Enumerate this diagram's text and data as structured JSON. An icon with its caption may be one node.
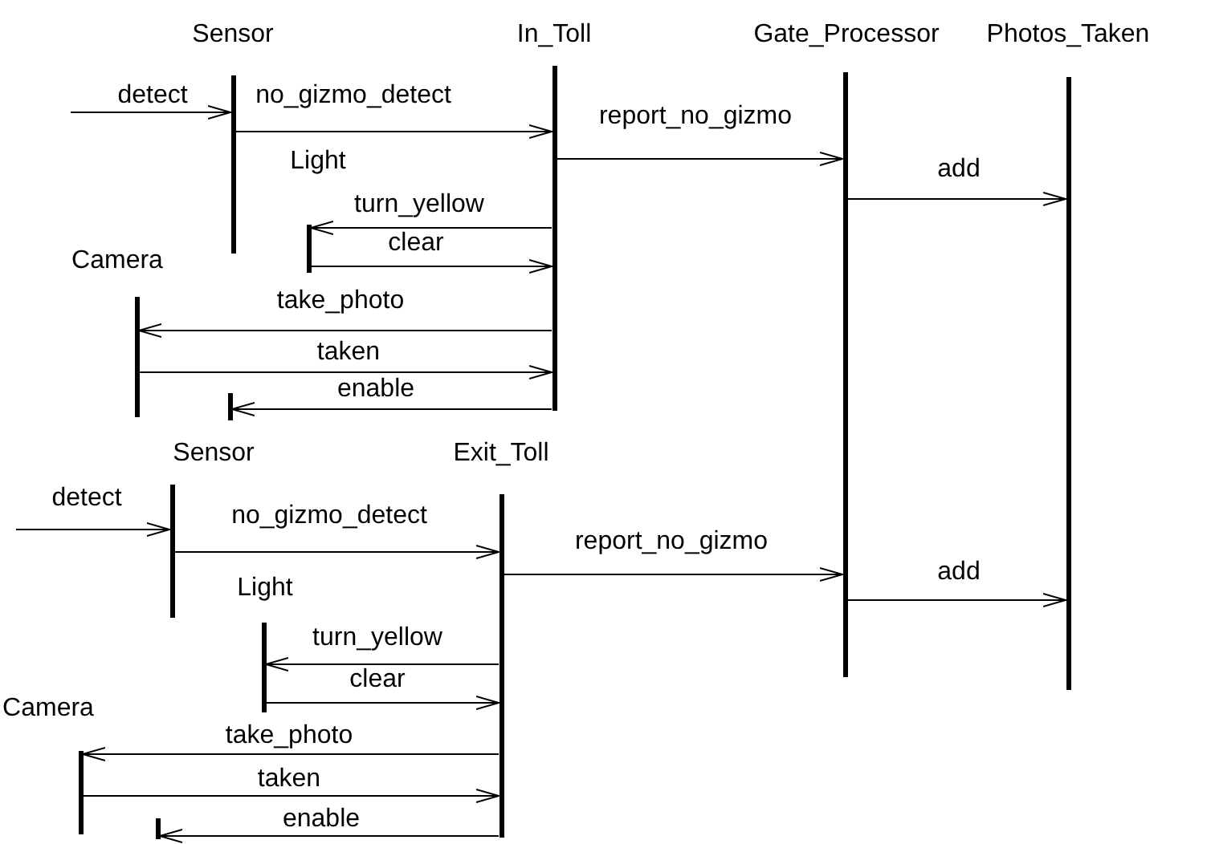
{
  "diagram": {
    "nodes": [
      {
        "text": [
          "Sensor"
        ]
      },
      {
        "text": [
          "In_Toll"
        ]
      },
      {
        "text": [
          "Gate_Processor"
        ]
      },
      {
        "text": [
          "Photos_Taken"
        ]
      },
      {
        "text": [
          "Light"
        ]
      },
      {
        "text": [
          "Camera"
        ]
      },
      {
        "text": [],
        "shape": "bar"
      },
      {
        "text": [
          "Sensor"
        ]
      },
      {
        "text": [
          "Exit_Toll"
        ]
      },
      {
        "text": [
          "Light"
        ]
      },
      {
        "text": [
          "Camera"
        ]
      },
      {
        "text": [],
        "shape": "bar"
      }
    ],
    "edges": [
      {
        "from": null,
        "to": 0,
        "arrow": "to",
        "label": "detect"
      },
      {
        "from": 0,
        "to": 1,
        "arrow": "to",
        "label": "no_gizmo_detect"
      },
      {
        "from": 1,
        "to": 2,
        "arrow": "to",
        "label": "report_no_gizmo"
      },
      {
        "from": 2,
        "to": 3,
        "arrow": "to",
        "label": "add"
      },
      {
        "from": 1,
        "to": 4,
        "arrow": "to",
        "label": "turn_yellow"
      },
      {
        "from": 4,
        "to": 1,
        "arrow": "to",
        "label": "clear"
      },
      {
        "from": 1,
        "to": 5,
        "arrow": "to",
        "label": "take_photo"
      },
      {
        "from": 5,
        "to": 1,
        "arrow": "to",
        "label": "taken"
      },
      {
        "from": 1,
        "to": 6,
        "arrow": "to",
        "label": "enable"
      },
      {
        "from": null,
        "to": 7,
        "arrow": "to",
        "label": "detect"
      },
      {
        "from": 7,
        "to": 8,
        "arrow": "to",
        "label": "no_gizmo_detect"
      },
      {
        "from": 8,
        "to": 2,
        "arrow": "to",
        "label": "report_no_gizmo"
      },
      {
        "from": 2,
        "to": 3,
        "arrow": "to",
        "label": "add"
      },
      {
        "from": 8,
        "to": 9,
        "arrow": "to",
        "label": "turn_yellow"
      },
      {
        "from": 9,
        "to": 8,
        "arrow": "to",
        "label": "clear"
      },
      {
        "from": 8,
        "to": 10,
        "arrow": "to",
        "label": "take_photo"
      },
      {
        "from": 10,
        "to": 8,
        "arrow": "to",
        "label": "taken"
      },
      {
        "from": 8,
        "to": 11,
        "arrow": "to",
        "label": "enable"
      }
    ]
  }
}
